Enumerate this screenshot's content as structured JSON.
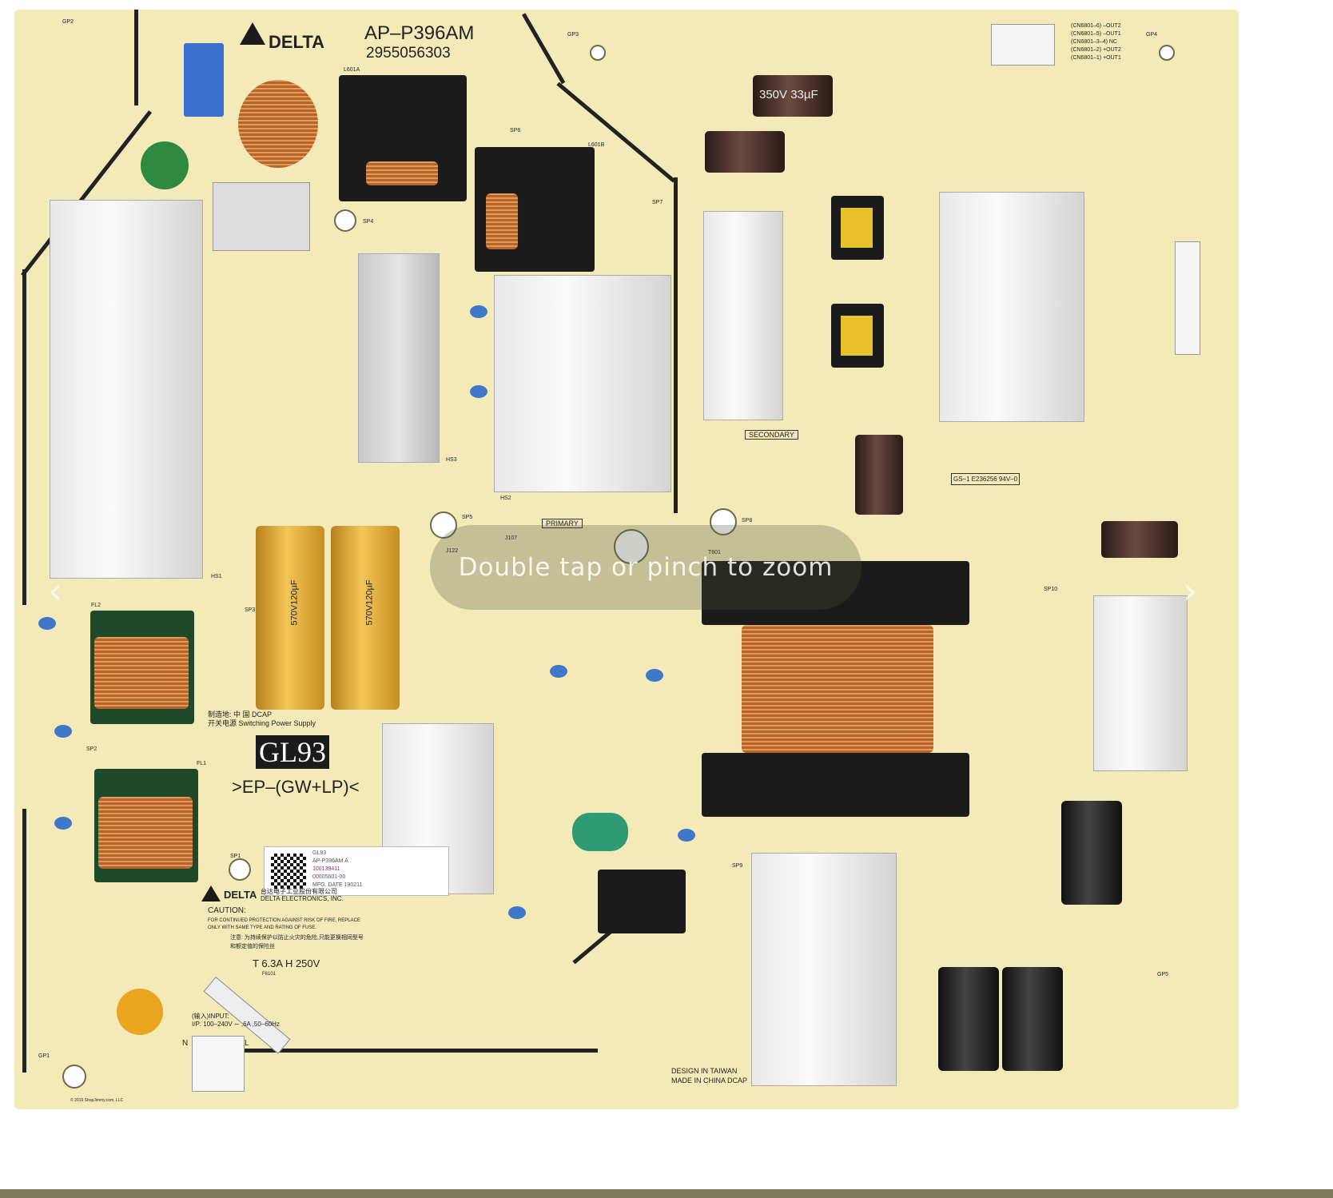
{
  "viewer": {
    "hint": "Double tap or pinch to zoom",
    "prev_icon": "chevron-left-icon",
    "next_icon": "chevron-right-icon"
  },
  "board": {
    "brand": "DELTA",
    "model": "AP–P396AM",
    "part_number": "2955056303",
    "code": "GL93",
    "variant": ">EP–(GW+LP)<",
    "primary_label": "PRIMARY",
    "secondary_label": "SECONDARY",
    "mfg_origin_cn": "制造地: 中 国 DCAP",
    "mfg_type": "开关电源 Switching Power Supply",
    "design": "DESIGN IN TAIWAN",
    "made": "MADE IN CHINA DCAP",
    "cert": "GS–1  E236256  94V–0",
    "copyright": "© 2019 ShopJimmy.com, LLC",
    "connector_pins": [
      "(CN6801–6) –OUT2",
      "(CN6801–5) –OUT1",
      "(CN6801–3–4) NC",
      "(CN6801–2) +OUT2",
      "(CN6801–1) +OUT1"
    ],
    "sticker": {
      "line1": "GL93",
      "line2": "AP-P396AM A",
      "line3": "100139411",
      "line4": "00005601-00",
      "line5": "MFG. DATE 190211"
    },
    "company_cn": "台达电子工业股份有限公司",
    "company": "DELTA ELECTRONICS, INC.",
    "caution_title": "CAUTION:",
    "caution_text": "FOR CONTINUED PROTECTION AGAINST RISK OF FIRE, REPLACE ONLY WITH SAME TYPE AND RATING OF FUSE.",
    "caution_cn": "注意: 为持续保护以防止火灾的危险,只能更换相同型号和额定值的保险丝",
    "fuse": "T 6.3A H 250V",
    "fuse_ref": "F6101",
    "input": "(输入)INPUT:",
    "input_rating": "I/P: 100–240V ∼ ,6A ,50–60Hz",
    "neutral": "N",
    "line": "L",
    "cap_rating": "570V120µF",
    "cap_rating2": "350V 33µF",
    "refs": [
      "GP1",
      "GP2",
      "GP3",
      "GP4",
      "GP5",
      "SP1",
      "SP2",
      "SP3",
      "SP4",
      "SP5",
      "SP6",
      "SP7",
      "SP8",
      "SP9",
      "SP10",
      "T601",
      "J107",
      "J122",
      "FL1",
      "FL2",
      "L601A",
      "L601B",
      "HS1",
      "HS2",
      "HS3"
    ]
  },
  "colors": {
    "board": "#f3eab8",
    "trace": "#222222",
    "strip": "#7b7b5c"
  }
}
